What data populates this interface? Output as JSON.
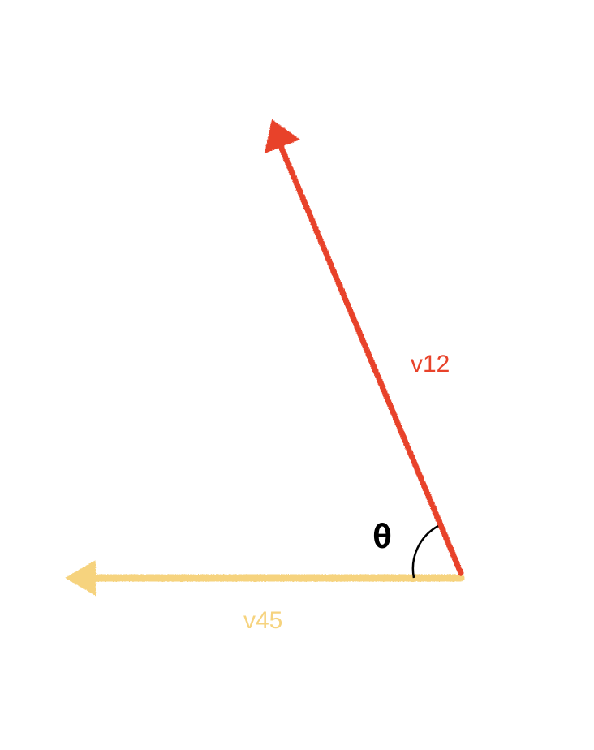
{
  "colors": {
    "v12": "#e8422a",
    "v45": "#f6d37e",
    "angle_arc": "#000000",
    "angle_text": "#000000"
  },
  "vectors": {
    "v12": {
      "label": "v12"
    },
    "v45": {
      "label": "v45"
    }
  },
  "angle": {
    "label": "θ"
  }
}
